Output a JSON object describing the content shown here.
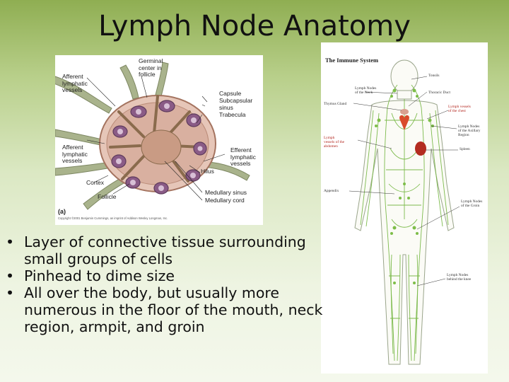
{
  "slide": {
    "title": "Lymph Node Anatomy"
  },
  "lymph_node_figure": {
    "figure_label": "(a)",
    "copyright": "Copyright ©2001 Benjamin Cummings, an imprint of Addison Wesley Longman, Inc.",
    "labels": {
      "germinal_center": "Germinal\ncenter in\nfollicle",
      "afferent_top": "Afferent\nlymphatic\nvessels",
      "capsule": "Capsule",
      "subcapsular_sinus": "Subcapsular\nsinus",
      "trabecula": "Trabecula",
      "afferent_bottom": "Afferent\nlymphatic\nvessels",
      "efferent": "Efferent\nlymphatic\nvessels",
      "hilus": "Hilus",
      "cortex": "Cortex",
      "follicle": "Follicle",
      "medullary_sinus": "Medullary sinus",
      "medullary_cord": "Medullary cord"
    }
  },
  "immune_system_figure": {
    "title": "The Immune System",
    "labels": {
      "tonsils": "Tonsils",
      "nodes_neck": "Lymph Nodes\nof the Neck",
      "thoracic_duct": "Thoracic Duct",
      "thymus": "Thymus Gland",
      "vessels_chest": "Lymph vessels\nof the chest",
      "nodes_axillary": "Lymph Nodes\nof the Axillary\nRegion",
      "vessels_abdomen": "Lymph\nvessels of the\nabdomen",
      "spleen": "Spleen",
      "appendix": "Appendix",
      "nodes_groin": "Lymph Nodes\nof the Groin",
      "nodes_knee": "Lymph Nodes\nbehind the knee"
    }
  },
  "bullets": [
    "Layer of connective tissue surrounding small groups of cells",
    "Pinhead to dime size",
    "All over the body, but usually more numerous in the floor of the mouth, neck region, armpit, and groin"
  ],
  "colors": {
    "lymph_vessel": "#6fb43a",
    "node_tissue": "#d9b8a8",
    "follicle": "#8a5b86",
    "spleen": "#b32c20",
    "heart": "#d94a2c"
  }
}
